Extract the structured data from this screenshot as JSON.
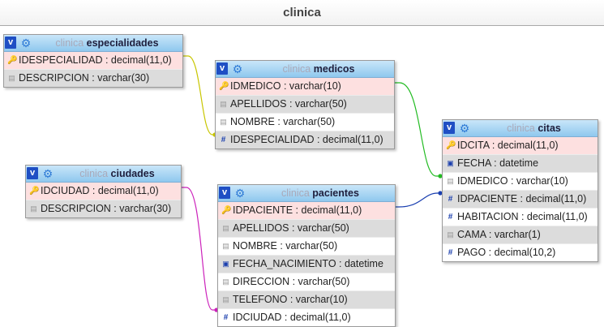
{
  "title": "clinica",
  "db_prefix": "clinica",
  "toggle_glyph": "v",
  "gear_glyph": "⚙",
  "icons": {
    "key": "key-icon",
    "col": "column-icon",
    "fk": "foreign-key-icon",
    "dt": "datetime-icon"
  },
  "colors": {
    "espec_medicos": "#c8c600",
    "medicos_citas": "#22bb22",
    "pacientes_citas": "#1a3fb0",
    "ciudades_pacientes": "#cc22bb"
  },
  "tables": {
    "especialidades": {
      "name": "especialidades",
      "columns": [
        {
          "label": "IDESPECIALIDAD : decimal(11,0)",
          "icon": "key"
        },
        {
          "label": "DESCRIPCION : varchar(30)",
          "icon": "col"
        }
      ]
    },
    "medicos": {
      "name": "medicos",
      "columns": [
        {
          "label": "IDMEDICO : varchar(10)",
          "icon": "key"
        },
        {
          "label": "APELLIDOS : varchar(50)",
          "icon": "col"
        },
        {
          "label": "NOMBRE : varchar(50)",
          "icon": "col"
        },
        {
          "label": "IDESPECIALIDAD : decimal(11,0)",
          "icon": "fk"
        }
      ]
    },
    "citas": {
      "name": "citas",
      "columns": [
        {
          "label": "IDCITA : decimal(11,0)",
          "icon": "key"
        },
        {
          "label": "FECHA : datetime",
          "icon": "dt"
        },
        {
          "label": "IDMEDICO : varchar(10)",
          "icon": "col"
        },
        {
          "label": "IDPACIENTE : decimal(11,0)",
          "icon": "fk"
        },
        {
          "label": "HABITACION : decimal(11,0)",
          "icon": "fk"
        },
        {
          "label": "CAMA : varchar(1)",
          "icon": "col"
        },
        {
          "label": "PAGO : decimal(10,2)",
          "icon": "fk"
        }
      ]
    },
    "ciudades": {
      "name": "ciudades",
      "columns": [
        {
          "label": "IDCIUDAD : decimal(11,0)",
          "icon": "key"
        },
        {
          "label": "DESCRIPCION : varchar(30)",
          "icon": "col"
        }
      ]
    },
    "pacientes": {
      "name": "pacientes",
      "columns": [
        {
          "label": "IDPACIENTE : decimal(11,0)",
          "icon": "key"
        },
        {
          "label": "APELLIDOS : varchar(50)",
          "icon": "col"
        },
        {
          "label": "NOMBRE : varchar(50)",
          "icon": "col"
        },
        {
          "label": "FECHA_NACIMIENTO : datetime",
          "icon": "dt"
        },
        {
          "label": "DIRECCION : varchar(50)",
          "icon": "col"
        },
        {
          "label": "TELEFONO : varchar(10)",
          "icon": "col"
        },
        {
          "label": "IDCIUDAD : decimal(11,0)",
          "icon": "fk"
        }
      ]
    }
  }
}
